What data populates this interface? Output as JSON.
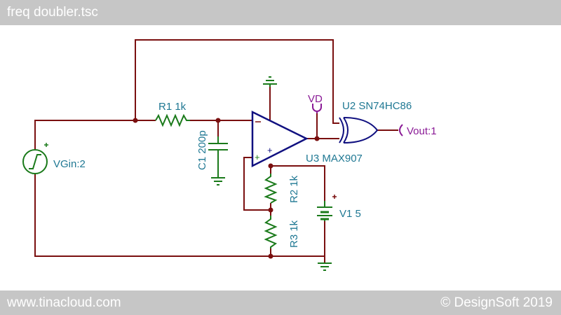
{
  "header": {
    "title": "freq doubler.tsc"
  },
  "footer": {
    "website": "www.tinacloud.com",
    "copyright": "© DesignSoft 2019"
  },
  "components": {
    "r1": "R1 1k",
    "c1": "C1 200p",
    "r2": "R2 1k",
    "r3": "R3 1k",
    "v1": "V1 5",
    "vgin": "VGin:2",
    "u2": "U2 SN74HC86",
    "u3": "U3 MAX907",
    "vd": "VD",
    "vout": "Vout:1"
  },
  "colors": {
    "wire": "#7a0f0f",
    "component": "#1a7a1a",
    "ic": "#101080",
    "label": "#1f7893",
    "probe": "#8a1a96",
    "bar": "#c6c6c6"
  }
}
